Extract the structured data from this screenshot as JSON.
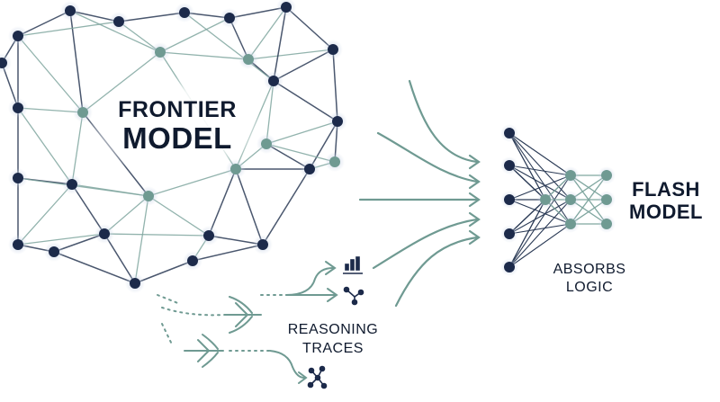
{
  "labels": {
    "frontier_line1": "FRONTIER",
    "frontier_line2": "MODEL",
    "flash_line1": "FLASH",
    "flash_line2": "MODEL",
    "absorbs_line1": "ABSORBS",
    "absorbs_line2": "LOGIC",
    "traces_line1": "REASONING",
    "traces_line2": "TRACES"
  },
  "colors": {
    "dark_node": "#1c2a4a",
    "teal_node": "#6f9a92",
    "dark_edge": "#2a3a55",
    "teal_edge": "#7fa69f",
    "arrow": "#6f9a92",
    "text": "#0f1a2e"
  },
  "icons": [
    "bar-chart-icon",
    "branch-icon",
    "network-icon"
  ]
}
